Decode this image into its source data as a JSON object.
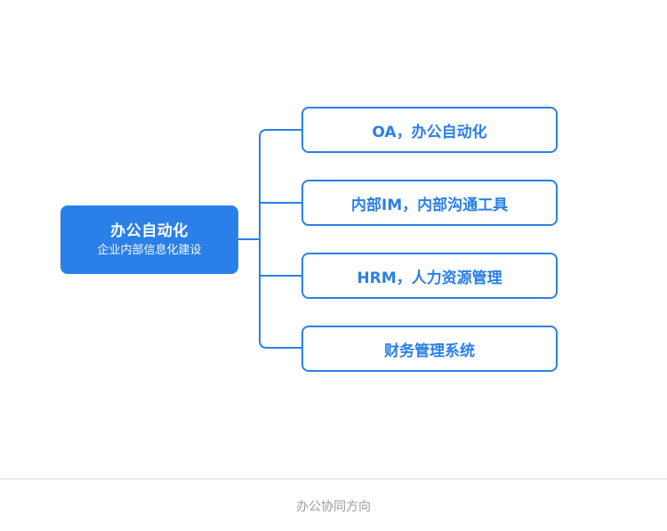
{
  "diagram": {
    "root": {
      "title": "办公自动化",
      "subtitle": "企业内部信息化建设"
    },
    "children": [
      {
        "label": "OA，办公自动化"
      },
      {
        "label": "内部IM，内部沟通工具"
      },
      {
        "label": "HRM，人力资源管理"
      },
      {
        "label": "财务管理系统"
      }
    ]
  },
  "footer": {
    "label": "办公协同方向"
  },
  "colors": {
    "accent": "#2b7fe8",
    "divider": "#dcdcdc",
    "footer_text": "#9a9a9a"
  }
}
